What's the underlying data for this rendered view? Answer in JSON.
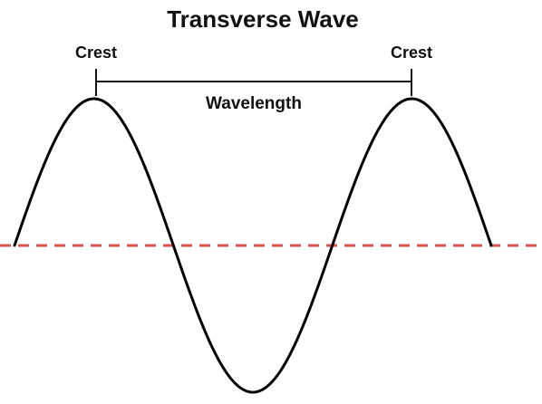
{
  "title": "Transverse Wave",
  "labels": {
    "crest_left": "Crest",
    "crest_right": "Crest",
    "wavelength": "Wavelength"
  },
  "colors": {
    "wave": "#000000",
    "equilibrium_line": "#d9534f",
    "text": "#111111",
    "background": "#ffffff"
  },
  "wave": {
    "type": "sine",
    "cycles_shown": 1.5,
    "equilibrium_style": "dashed"
  }
}
